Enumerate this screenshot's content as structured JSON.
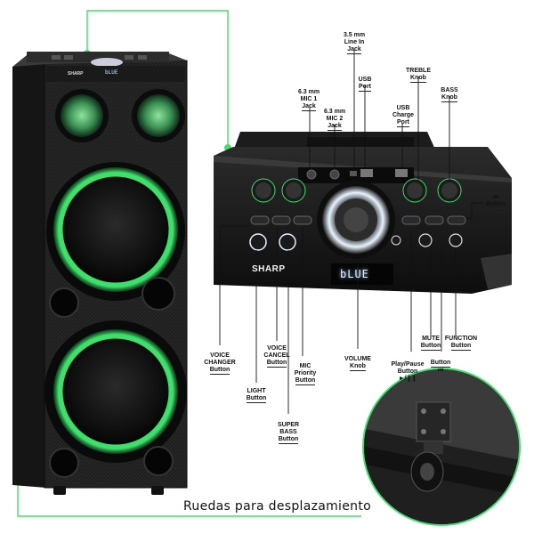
{
  "caption": "Ruedas para desplazamiento",
  "brand": "SHARP",
  "display_text": "bLUE",
  "accent_color": "#3de06a",
  "labels": {
    "line_in": [
      "3.5 mm",
      "Line In",
      "Jack"
    ],
    "usb_port": [
      "USB",
      "Port"
    ],
    "treble": [
      "TREBLE",
      "Knob"
    ],
    "bass": [
      "BASS",
      "Knob"
    ],
    "mic1": [
      "6.3 mm",
      "MIC 1",
      "Jack"
    ],
    "mic2": [
      "6.3 mm",
      "MIC 2",
      "Jack"
    ],
    "usb_charge": [
      "USB",
      "Charge",
      "Port"
    ],
    "skip_next": [
      "⏭",
      "Button"
    ],
    "voice_changer": [
      "VOICE",
      "CHANGER",
      "Button"
    ],
    "voice_cancel": [
      "VOICE",
      "CANCEL",
      "Button"
    ],
    "mic_priority": [
      "MIC",
      "Priority",
      "Button"
    ],
    "light": [
      "LIGHT",
      "Button"
    ],
    "super_bass": [
      "SUPER",
      "BASS",
      "Button"
    ],
    "volume": [
      "VOLUME",
      "Knob"
    ],
    "play_pause": [
      "Play/Pause",
      "Button",
      "►/❙❙"
    ],
    "mute": [
      "MUTE",
      "Button"
    ],
    "skip_prev": [
      "Button",
      "⏮"
    ],
    "function": [
      "FUNCTION",
      "Button"
    ]
  },
  "icons": [
    "speaker-tower",
    "control-panel",
    "wheel-closeup"
  ]
}
